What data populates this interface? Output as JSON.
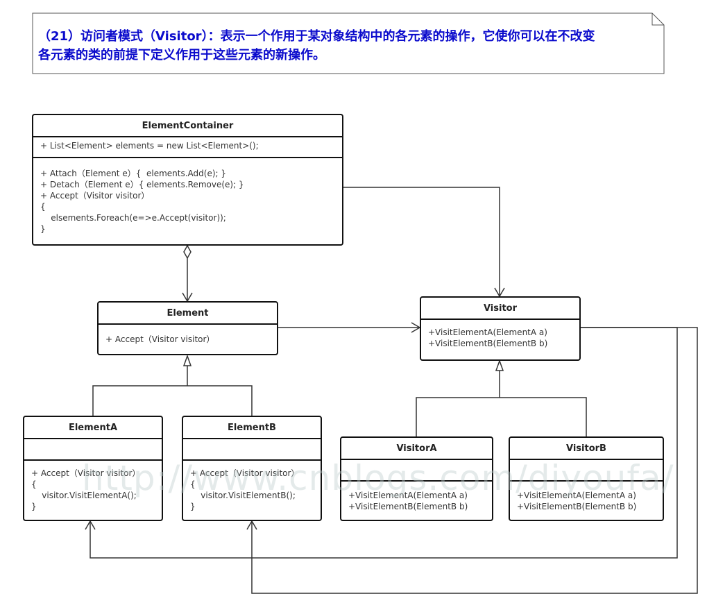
{
  "note": {
    "line1": "（21）访问者模式（Visitor）：表示一个作用于某对象结构中的各元素的操作，它使你可以在不改变",
    "line2": "各元素的类的前提下定义作用于这些元素的新操作。"
  },
  "element_container": {
    "name": "ElementContainer",
    "attributes": [
      "+ List<Element> elements = new List<Element>();"
    ],
    "operations": [
      "+ Attach（Element e）{  elements.Add(e); }",
      "+ Detach（Element e）{ elements.Remove(e); }",
      "+ Accept（Visitor visitor）",
      "{",
      "    elsements.Foreach(e=>e.Accept(visitor));",
      "}"
    ]
  },
  "element": {
    "name": "Element",
    "operations": [
      "+ Accept（Visitor visitor）"
    ]
  },
  "visitor": {
    "name": "Visitor",
    "operations": [
      "+VisitElementA(ElementA a)",
      "+VisitElementB(ElementB b)"
    ]
  },
  "element_a": {
    "name": "ElementA",
    "operations": [
      "+ Accept（Visitor visitor）",
      "{",
      "    visitor.VisitElementA();",
      "}"
    ]
  },
  "element_b": {
    "name": "ElementB",
    "operations": [
      "+ Accept（Visitor visitor）",
      "{",
      "    visitor.VisitElementB();",
      "}"
    ]
  },
  "visitor_a": {
    "name": "VisitorA",
    "operations": [
      "+VisitElementA(ElementA a)",
      "+VisitElementB(ElementB b)"
    ]
  },
  "visitor_b": {
    "name": "VisitorB",
    "operations": [
      "+VisitElementA(ElementA a)",
      "+VisitElementB(ElementB b)"
    ]
  },
  "watermark": "http://www.cnblogs.com/diyoufa/",
  "colors": {
    "note_text": "#0a0acc",
    "border": "#111111",
    "line": "#333333"
  }
}
